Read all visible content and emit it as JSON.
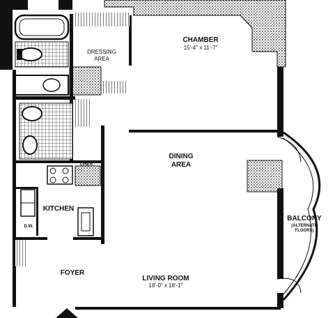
{
  "rooms": {
    "chamber": {
      "name": "CHAMBER",
      "dims": "15'-4\" x 11'-7\""
    },
    "dressing": {
      "line1": "DRESSING",
      "line2": "AREA"
    },
    "dining": {
      "line1": "DINING",
      "line2": "AREA"
    },
    "linen": "LINEN",
    "kitchen": "KITCHEN",
    "dw": "D.W.",
    "balcony": {
      "name": "BALCONY",
      "note1": "(ALTERNATE",
      "note2": "FLOORS)"
    },
    "foyer": "FOYER",
    "living": {
      "name": "LIVING ROOM",
      "dims": "18'-0\" x 18'-1\""
    }
  },
  "colors": {
    "ink": "#111111",
    "paper": "#ffffff",
    "stipple": "#555555"
  }
}
